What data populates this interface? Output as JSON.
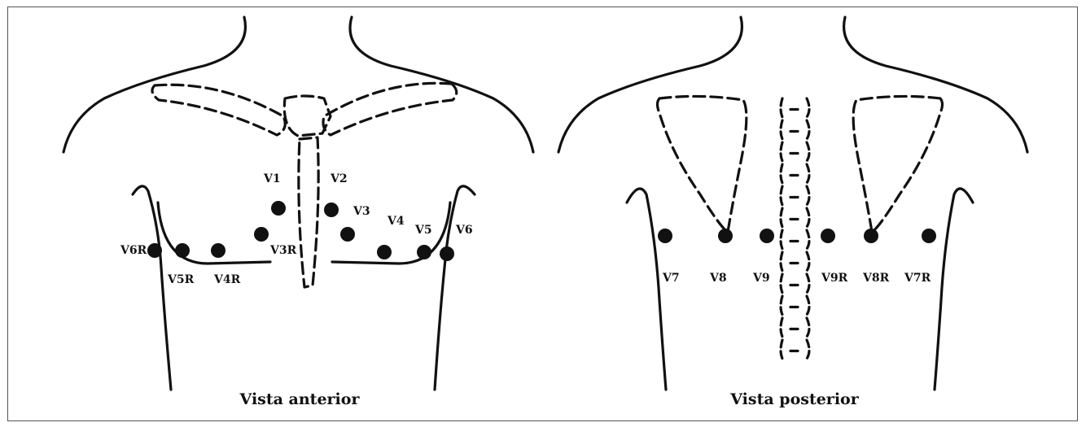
{
  "anterior": {
    "caption": "Vista anterior",
    "electrodes": [
      {
        "id": "V1",
        "label": "V1"
      },
      {
        "id": "V2",
        "label": "V2"
      },
      {
        "id": "V3",
        "label": "V3"
      },
      {
        "id": "V4",
        "label": "V4"
      },
      {
        "id": "V5",
        "label": "V5"
      },
      {
        "id": "V6",
        "label": "V6"
      },
      {
        "id": "V3R",
        "label": "V3R"
      },
      {
        "id": "V4R",
        "label": "V4R"
      },
      {
        "id": "V5R",
        "label": "V5R"
      },
      {
        "id": "V6R",
        "label": "V6R"
      }
    ]
  },
  "posterior": {
    "caption": "Vista posterior",
    "electrodes": [
      {
        "id": "V7",
        "label": "V7"
      },
      {
        "id": "V8",
        "label": "V8"
      },
      {
        "id": "V9",
        "label": "V9"
      },
      {
        "id": "V9R",
        "label": "V9R"
      },
      {
        "id": "V8R",
        "label": "V8R"
      },
      {
        "id": "V7R",
        "label": "V7R"
      }
    ]
  }
}
